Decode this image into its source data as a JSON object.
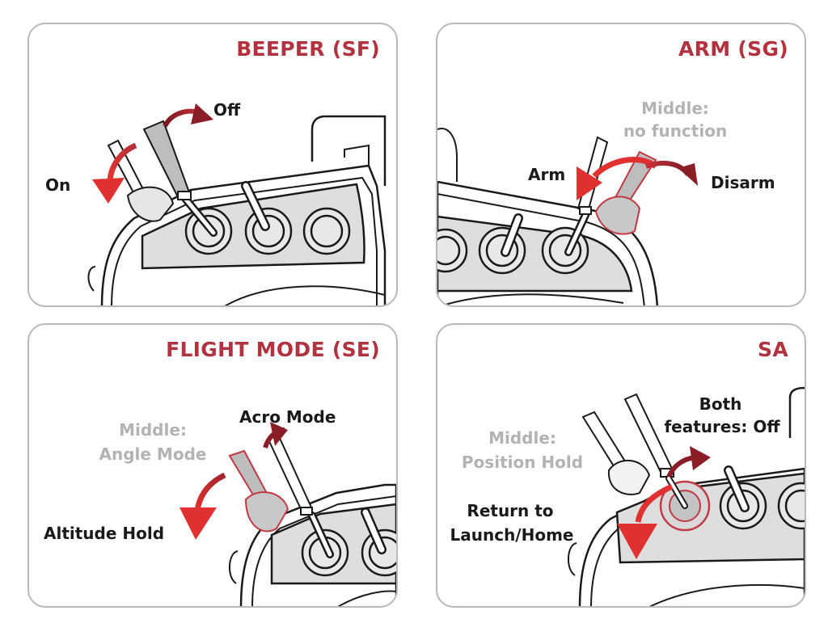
{
  "panels": [
    {
      "title": "BEEPER (SF)",
      "labels": {
        "off": "Off",
        "on": "On"
      }
    },
    {
      "title": "ARM (SG)",
      "labels": {
        "middle_line1": "Middle:",
        "middle_line2": "no function",
        "arm": "Arm",
        "disarm": "Disarm"
      }
    },
    {
      "title": "FLIGHT MODE (SE)",
      "labels": {
        "acro": "Acro Mode",
        "middle_line1": "Middle:",
        "middle_line2": "Angle Mode",
        "altitude": "Altitude Hold"
      }
    },
    {
      "title": "SA",
      "labels": {
        "both_line1": "Both",
        "both_line2": "features: Off",
        "middle_line1": "Middle:",
        "middle_line2": "Position Hold",
        "return_line1": "Return to",
        "return_line2": "Launch/Home"
      }
    }
  ],
  "colors": {
    "title": "#b23240",
    "arrow_dark": "#8a1d26",
    "arrow_bright": "#e0302f",
    "active_switch_fill": "#cfcfcf",
    "active_switch_stroke": "#c23a44",
    "panel_border": "#b9b9b9",
    "gray_label": "#b3b3b3"
  }
}
